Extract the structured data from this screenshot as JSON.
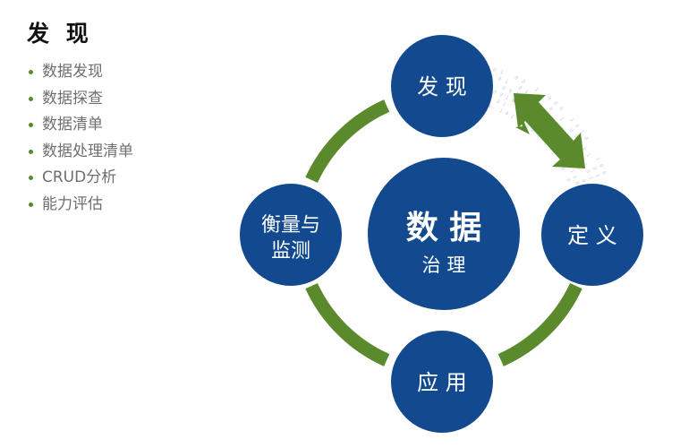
{
  "title": "发 现",
  "bullets": [
    "数据发现",
    "数据探查",
    "数据清单",
    "数据处理清单",
    "CRUD分析",
    "能力评估"
  ],
  "colors": {
    "node_blue": "#134a8f",
    "ring_green": "#5a8a2c",
    "bullet_text": "#6f6f6f",
    "binary_decor": "#c5ccd4"
  },
  "center": {
    "line1": "数 据",
    "line2": "治 理"
  },
  "nodes": {
    "top": "发 现",
    "right": "定 义",
    "bottom": "应 用",
    "left_line1": "衡量与",
    "left_line2": "监测"
  }
}
